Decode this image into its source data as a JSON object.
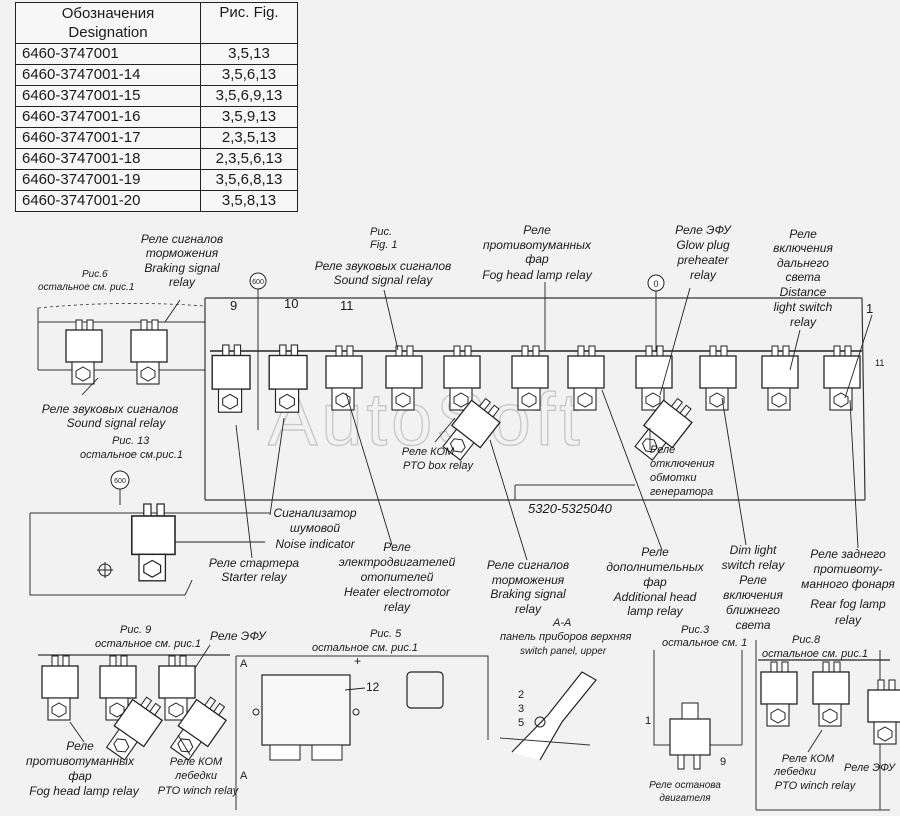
{
  "table": {
    "header": {
      "designation": [
        "Обозначения",
        "Designation"
      ],
      "fig": "Рис. Fig."
    },
    "rows": [
      {
        "designation": "6460-3747001",
        "fig": "3,5,13"
      },
      {
        "designation": "6460-3747001-14",
        "fig": "3,5,6,13"
      },
      {
        "designation": "6460-3747001-15",
        "fig": "3,5,6,9,13"
      },
      {
        "designation": "6460-3747001-16",
        "fig": "3,5,9,13"
      },
      {
        "designation": "6460-3747001-17",
        "fig": "2,3,5,13"
      },
      {
        "designation": "6460-3747001-18",
        "fig": "2,3,5,6,13"
      },
      {
        "designation": "6460-3747001-19",
        "fig": "3,5,6,8,13"
      },
      {
        "designation": "6460-3747001-20",
        "fig": "3,5,8,13"
      }
    ]
  },
  "watermark": "AutoSoft",
  "main_panel": {
    "fig_ref": [
      "Рис.",
      "Fig. 1"
    ],
    "part_number": "5320-5325040",
    "circle_600": "600",
    "circle_0": "0",
    "numbers": {
      "n9": "9",
      "n10": "10",
      "n11": "11",
      "n1": "1",
      "n11b": "11"
    }
  },
  "labels": {
    "braking_top": [
      "Реле сигналов",
      "торможения",
      "Braking signal",
      "relay"
    ],
    "sound_top": [
      "Реле звуковых сигналов",
      "Sound signal relay"
    ],
    "fog_top": [
      "Реле",
      "противотуманных",
      "фар",
      "Fog head lamp relay"
    ],
    "glow_top": [
      "Реле ЭФУ",
      "Glow plug",
      "preheater",
      "relay"
    ],
    "distance_top": [
      "Реле",
      "включения",
      "дальнего",
      "света",
      "Distance",
      "light switch",
      "relay"
    ],
    "pto_box": [
      "Реле КОМ",
      "PTO box relay"
    ],
    "gen_off": [
      "Реле",
      "отключения",
      "обмотки",
      "генератора"
    ],
    "noise": [
      "Сигнализатор",
      "шумовой",
      "Noise indicator"
    ],
    "starter": [
      "Реле стартера",
      "Starter relay"
    ],
    "heater": [
      "Реле",
      "электродвигателей",
      "отопителей",
      "Heater electromotor",
      "relay"
    ],
    "braking_bottom": [
      "Реле сигналов",
      "торможения",
      "Braking signal",
      "relay"
    ],
    "additional": [
      "Реле",
      "дополнительных",
      "фар",
      "Additional head",
      "lamp relay"
    ],
    "dim": [
      "Dim light",
      "switch relay",
      "Реле",
      "включения",
      "ближнего",
      "света"
    ],
    "rear_fog": [
      "Реле заднего",
      "противоту-",
      "манного фонаря",
      "Rear fog lamp",
      "relay"
    ]
  },
  "fig6": {
    "title": [
      "Рис.6",
      "остальное см. рис.1"
    ],
    "label": [
      "Реле звуковых сигналов",
      "Sound signal relay"
    ]
  },
  "fig13": {
    "title": [
      "Рис. 13",
      "остальное см.рис.1"
    ],
    "circle": "600"
  },
  "fig9": {
    "title": [
      "Рис. 9",
      "остальное см. рис.1"
    ],
    "efu": "Реле ЭФУ",
    "fog": [
      "Реле",
      "противотуманных",
      "фар",
      "Fog head lamp relay"
    ],
    "pto": [
      "Реле КОМ",
      "лебедки",
      "PTO winch relay"
    ]
  },
  "fig5": {
    "title": [
      "Рис. 5",
      "остальное см. рис.1"
    ],
    "num12": "12",
    "a_marks": [
      "A",
      "A"
    ],
    "plus": "+"
  },
  "section_aa": {
    "title": [
      "А-А",
      "панель приборов верхняя",
      "switch panel, upper"
    ],
    "nums": [
      "2",
      "3",
      "5"
    ]
  },
  "fig3": {
    "title": [
      "Рис.3",
      "остальное см. 1"
    ],
    "num1": "1",
    "num9": "9",
    "label": [
      "Реле останова",
      "двигателя"
    ]
  },
  "fig8": {
    "title": [
      "Рис.8",
      "остальное см. рис.1"
    ],
    "pto": [
      "Реле КОМ",
      "лебедки",
      "PTO winch relay"
    ],
    "efu": "Реле ЭФУ"
  }
}
